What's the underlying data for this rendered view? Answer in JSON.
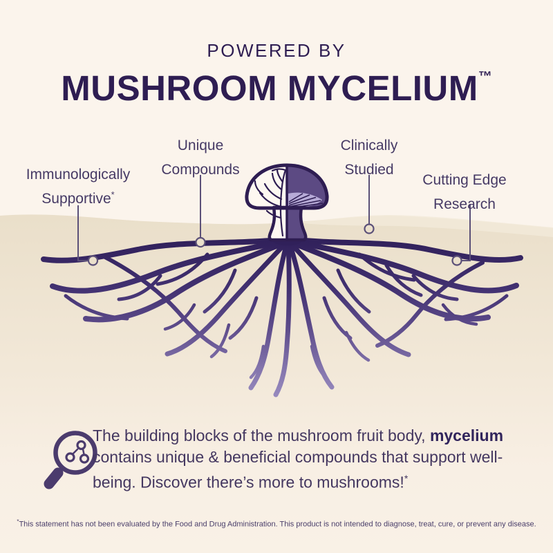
{
  "header": {
    "eyebrow": "POWERED BY",
    "title": "MUSHROOM MYCELIUM",
    "trademark": "™"
  },
  "callouts": [
    {
      "name": "immunologically-supportive",
      "line1": "Immunologically",
      "line2": "Supportive",
      "sup": "*"
    },
    {
      "name": "unique-compounds",
      "line1": "Unique",
      "line2": "Compounds",
      "sup": ""
    },
    {
      "name": "clinically-studied",
      "line1": "Clinically",
      "line2": "Studied",
      "sup": ""
    },
    {
      "name": "cutting-edge-research",
      "line1": "Cutting Edge",
      "line2": "Research",
      "sup": ""
    }
  ],
  "description": {
    "line1_normal": "The building blocks of the mushroom fruit body, ",
    "line1_bold": "mycelium",
    "line2": "contains unique & beneficial compounds that support well-",
    "line3": "being. Discover there’s more to mushrooms!",
    "asterisk": "*"
  },
  "disclaimer": {
    "sup": "*",
    "text": "This statement has not been evaluated by the Food and Drug Administration. This product is not intended to diagnose, treat, cure, or prevent any disease."
  },
  "icons": {
    "description_icon": "magnifier-molecules-icon",
    "illustration": "mushroom-mycelium-illustration"
  },
  "colors": {
    "title": "#2e1d52",
    "callout_text": "#463a65",
    "body_text": "#443760",
    "background_top": "#fbf4ec",
    "ground": "#eadfca",
    "ground_fade": "#f8efe4",
    "root_dark": "#30205a",
    "root_light": "#998cc0",
    "cap_fill": "#5c4a83",
    "gills": "#b7abd7",
    "connector": "#5b5078"
  }
}
